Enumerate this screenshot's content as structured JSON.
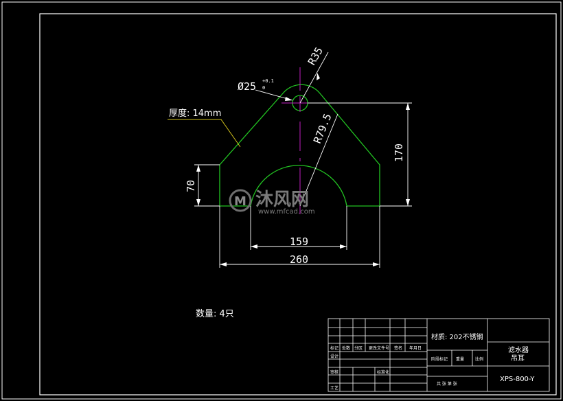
{
  "drawing": {
    "thickness_note": "厚度: 14mm",
    "quantity_note": "数量: 4只",
    "dimensions": {
      "r35": "R35",
      "dia25": "Ø25",
      "tol_upper": "+0.1",
      "tol_lower": "0",
      "r79_5": "R79.5",
      "height_170": "170",
      "height_70": "70",
      "width_159": "159",
      "width_260": "260"
    },
    "watermark": {
      "brand": "沐风网",
      "url": "www.mfcad.com"
    }
  },
  "title_block": {
    "material": "材质: 202不锈钢",
    "part_name_line1": "滤水器",
    "part_name_line2": "吊耳",
    "drawing_no": "XPS-800-Y",
    "revision_headers": [
      "标记",
      "处数",
      "分区",
      "更改文件号",
      "签名",
      "年月日"
    ],
    "design_label": "设计",
    "check_label": "审核",
    "process_label": "工艺",
    "std_label": "标准化",
    "stage_label": "阶段标记",
    "weight_label": "重量",
    "scale_label": "比例",
    "sheet_note": "共 张 第 张"
  },
  "colors": {
    "outline": "#22c322",
    "center_line": "#c21ec2",
    "dimension": "#ffffff",
    "leader": "#d2c21c",
    "border": "#ffffff"
  }
}
